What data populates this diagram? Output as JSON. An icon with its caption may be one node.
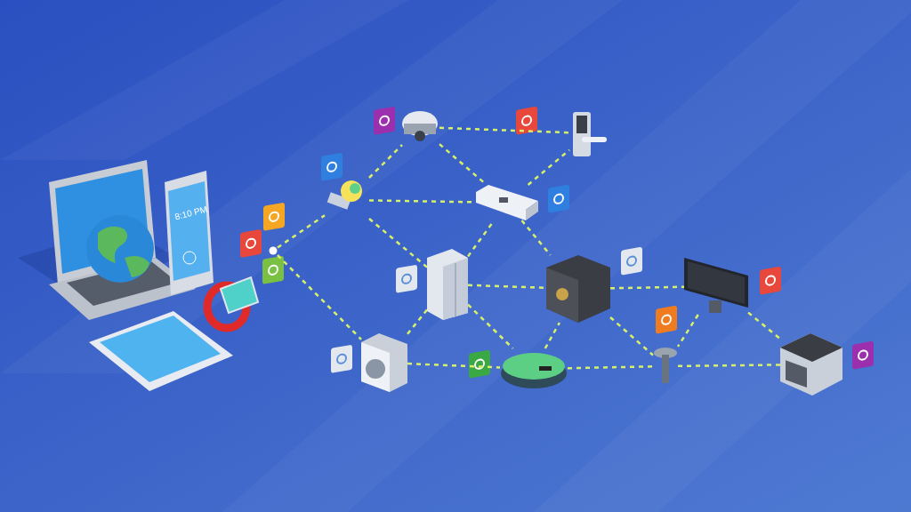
{
  "diagram": {
    "nodes": [
      {
        "text": [],
        "shape": "circle"
      },
      {
        "text": [],
        "shape": "picture"
      },
      {
        "text": [],
        "shape": "picture"
      },
      {
        "text": [],
        "shape": "picture"
      },
      {
        "text": [],
        "shape": "picture"
      },
      {
        "text": [],
        "shape": "picture"
      },
      {
        "text": [],
        "shape": "picture"
      },
      {
        "text": [],
        "shape": "picture"
      },
      {
        "text": [],
        "shape": "picture"
      },
      {
        "text": [],
        "shape": "picture"
      },
      {
        "text": [],
        "shape": "picture"
      },
      {
        "text": [],
        "shape": "picture"
      }
    ],
    "edges": [
      {
        "from": 0,
        "to": 1,
        "arrow": "none",
        "style": "dashed"
      },
      {
        "from": 0,
        "to": 7,
        "arrow": "none",
        "style": "dashed"
      },
      {
        "from": 1,
        "to": 2,
        "arrow": "none",
        "style": "dashed"
      },
      {
        "from": 1,
        "to": 4,
        "arrow": "none",
        "style": "dashed"
      },
      {
        "from": 1,
        "to": 5,
        "arrow": "none",
        "style": "dashed"
      },
      {
        "from": 2,
        "to": 3,
        "arrow": "none",
        "style": "dashed"
      },
      {
        "from": 2,
        "to": 4,
        "arrow": "none",
        "style": "dashed"
      },
      {
        "from": 4,
        "to": 3,
        "arrow": "none",
        "style": "dashed"
      },
      {
        "from": 4,
        "to": 6,
        "arrow": "none",
        "style": "dashed"
      },
      {
        "from": 5,
        "to": 4,
        "arrow": "none",
        "style": "dashed"
      },
      {
        "from": 5,
        "to": 6,
        "arrow": "none",
        "style": "dashed"
      },
      {
        "from": 5,
        "to": 8,
        "arrow": "none",
        "style": "dashed"
      },
      {
        "from": 7,
        "to": 5,
        "arrow": "none",
        "style": "dashed"
      },
      {
        "from": 7,
        "to": 8,
        "arrow": "none",
        "style": "dashed"
      },
      {
        "from": 8,
        "to": 6,
        "arrow": "none",
        "style": "dashed"
      },
      {
        "from": 8,
        "to": 10,
        "arrow": "none",
        "style": "dashed"
      },
      {
        "from": 6,
        "to": 9,
        "arrow": "none",
        "style": "dashed"
      },
      {
        "from": 6,
        "to": 10,
        "arrow": "none",
        "style": "dashed"
      },
      {
        "from": 9,
        "to": 10,
        "arrow": "none",
        "style": "dashed"
      },
      {
        "from": 9,
        "to": 11,
        "arrow": "none",
        "style": "dashed"
      },
      {
        "from": 10,
        "to": 11,
        "arrow": "none",
        "style": "dashed"
      }
    ],
    "labels": [
      "8:10 PM"
    ]
  }
}
